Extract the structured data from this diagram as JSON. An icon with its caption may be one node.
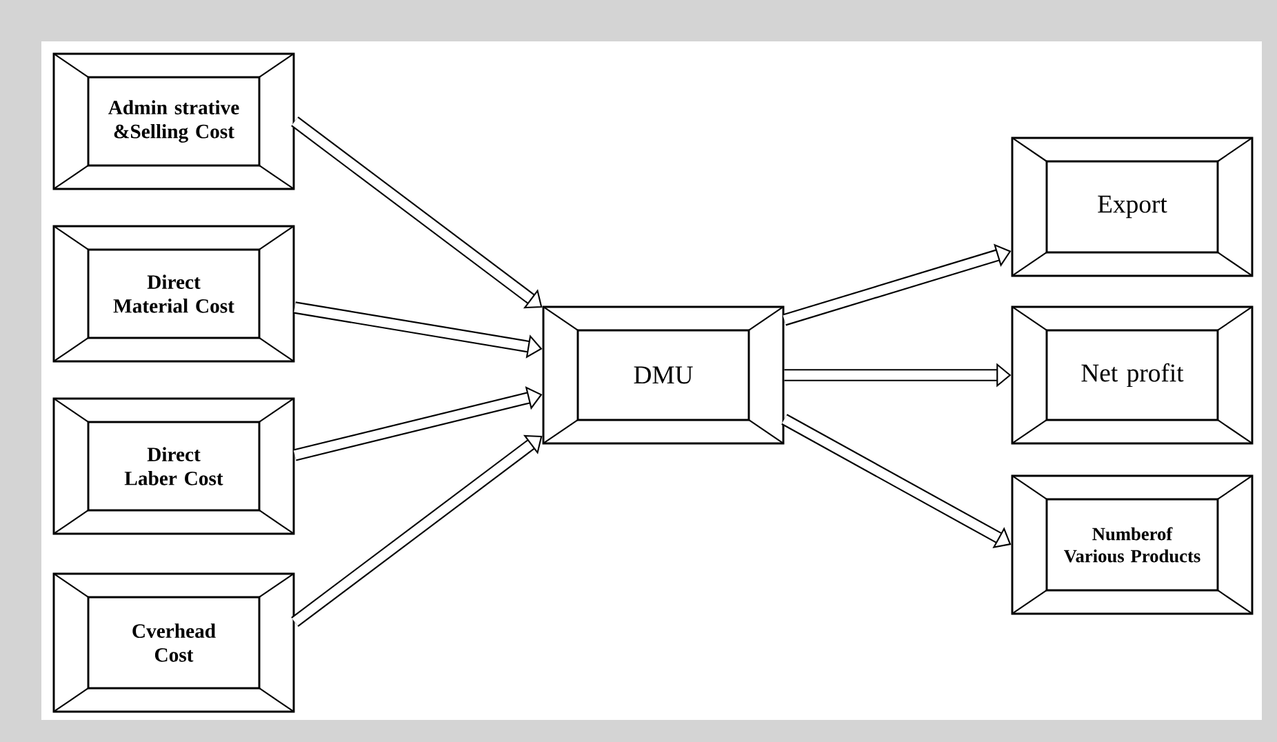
{
  "diagram": {
    "nodes": [
      {
        "text": [
          "Admin strative &Selling Cost"
        ]
      },
      {
        "text": [
          "Direct Material Cost"
        ]
      },
      {
        "text": [
          "Direct Laber Cost"
        ]
      },
      {
        "text": [
          "Cverhead Cost"
        ]
      },
      {
        "text": [
          "DMU"
        ]
      },
      {
        "text": [
          "Export"
        ]
      },
      {
        "text": [
          "Net profit"
        ]
      },
      {
        "text": [
          "Numberof Various Products"
        ]
      }
    ],
    "edges": [
      {
        "from": 0,
        "to": 4,
        "arrow": "to"
      },
      {
        "from": 1,
        "to": 4,
        "arrow": "to"
      },
      {
        "from": 2,
        "to": 4,
        "arrow": "to"
      },
      {
        "from": 3,
        "to": 4,
        "arrow": "to"
      },
      {
        "from": 4,
        "to": 5,
        "arrow": "to"
      },
      {
        "from": 4,
        "to": 6,
        "arrow": "to"
      },
      {
        "from": 4,
        "to": 7,
        "arrow": "to"
      }
    ]
  }
}
